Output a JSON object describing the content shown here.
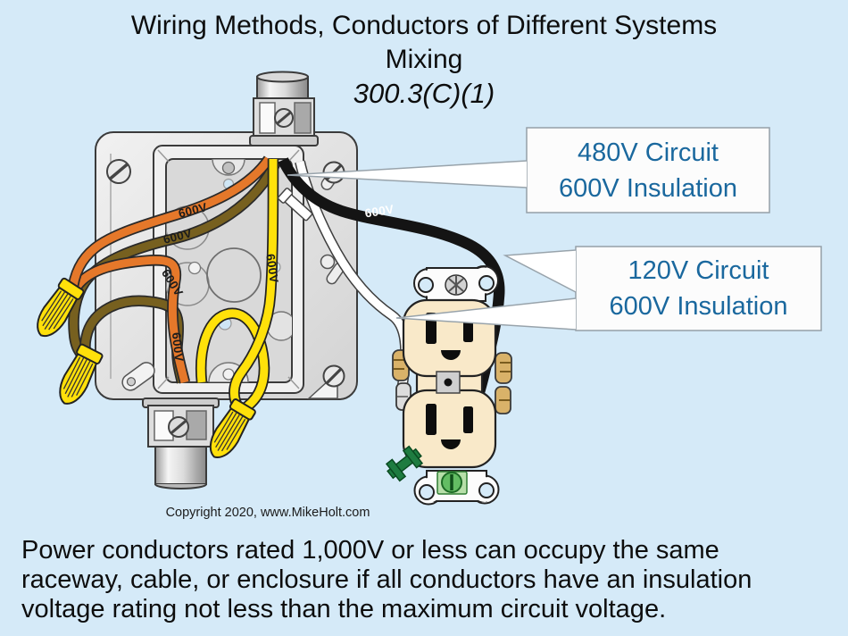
{
  "title": {
    "line1": "Wiring Methods, Conductors of Different Systems",
    "line2": "Mixing",
    "code": "300.3(C)(1)"
  },
  "callouts": {
    "c480": {
      "line1": "480V Circuit",
      "line2": "600V Insulation"
    },
    "c120": {
      "line1": "120V Circuit",
      "line2": "600V Insulation"
    }
  },
  "wire_labels": {
    "orange_top": "600V",
    "brown_top": "600V",
    "orange_lower": "600V",
    "brown_lower": "600V",
    "yellow": "600V",
    "black": "600V"
  },
  "copyright": "Copyright 2020, www.MikeHolt.com",
  "caption": {
    "lines": [
      "Power conductors rated 1,000V or less can occupy the same",
      "raceway, cable, or enclosure if all conductors have an insulation",
      "voltage rating not less than the maximum circuit voltage."
    ]
  },
  "colors": {
    "background": "#d5eaf8",
    "callout_text": "#1a689e",
    "body_text": "#0d0d0d",
    "wire_orange": "#e5782a",
    "wire_brown": "#77601f",
    "wire_yellow": "#ffe10a",
    "wire_black": "#141414",
    "wire_white": "#ffffff",
    "wire_nut_yellow": "#ffe00a",
    "receptacle_face": "#f9e9c9",
    "ground_screw_green": "#63bd63",
    "box_metal": "#e4e4e4"
  }
}
